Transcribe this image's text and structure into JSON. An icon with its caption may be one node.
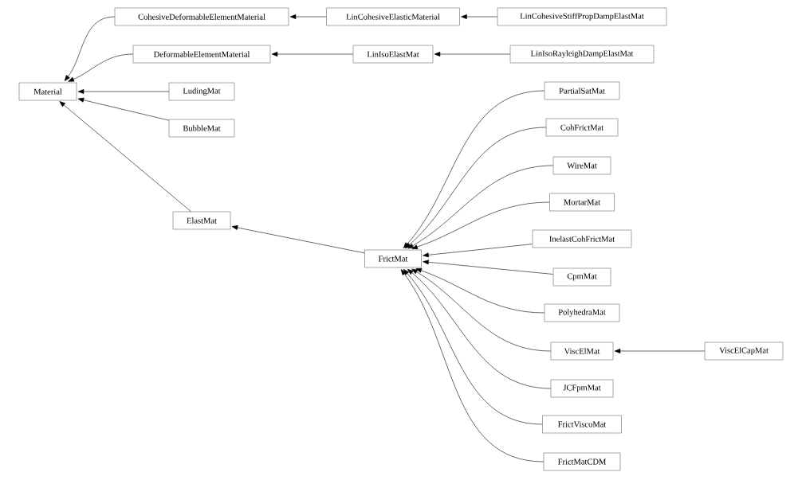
{
  "diagram": {
    "nodes": [
      {
        "text": [
          "Material"
        ]
      },
      {
        "text": [
          "CohesiveDeformableElementMaterial"
        ]
      },
      {
        "text": [
          "DeformableElementMaterial"
        ]
      },
      {
        "text": [
          "LudingMat"
        ]
      },
      {
        "text": [
          "BubbleMat"
        ]
      },
      {
        "text": [
          "ElastMat"
        ]
      },
      {
        "text": [
          "LinCohesiveElasticMaterial"
        ]
      },
      {
        "text": [
          "LinIsoElastMat"
        ]
      },
      {
        "text": [
          "FrictMat"
        ]
      },
      {
        "text": [
          "LinCohesiveStiffPropDampElastMat"
        ]
      },
      {
        "text": [
          "LinIsoRayleighDampElastMat"
        ]
      },
      {
        "text": [
          "PartialSatMat"
        ]
      },
      {
        "text": [
          "CohFrictMat"
        ]
      },
      {
        "text": [
          "WireMat"
        ]
      },
      {
        "text": [
          "MortarMat"
        ]
      },
      {
        "text": [
          "InelastCohFrictMat"
        ]
      },
      {
        "text": [
          "CpmMat"
        ]
      },
      {
        "text": [
          "PolyhedraMat"
        ]
      },
      {
        "text": [
          "ViscElMat"
        ]
      },
      {
        "text": [
          "JCFpmMat"
        ]
      },
      {
        "text": [
          "FrictViscoMat"
        ]
      },
      {
        "text": [
          "FrictMatCDM"
        ]
      },
      {
        "text": [
          "ViscElCapMat"
        ]
      }
    ],
    "edges": [
      {
        "from": 1,
        "to": 0,
        "arrow": "to"
      },
      {
        "from": 2,
        "to": 0,
        "arrow": "to"
      },
      {
        "from": 3,
        "to": 0,
        "arrow": "to"
      },
      {
        "from": 4,
        "to": 0,
        "arrow": "to"
      },
      {
        "from": 5,
        "to": 0,
        "arrow": "to"
      },
      {
        "from": 6,
        "to": 1,
        "arrow": "to"
      },
      {
        "from": 9,
        "to": 6,
        "arrow": "to"
      },
      {
        "from": 7,
        "to": 2,
        "arrow": "to"
      },
      {
        "from": 10,
        "to": 7,
        "arrow": "to"
      },
      {
        "from": 8,
        "to": 5,
        "arrow": "to"
      },
      {
        "from": 11,
        "to": 8,
        "arrow": "to"
      },
      {
        "from": 12,
        "to": 8,
        "arrow": "to"
      },
      {
        "from": 13,
        "to": 8,
        "arrow": "to"
      },
      {
        "from": 14,
        "to": 8,
        "arrow": "to"
      },
      {
        "from": 15,
        "to": 8,
        "arrow": "to"
      },
      {
        "from": 16,
        "to": 8,
        "arrow": "to"
      },
      {
        "from": 17,
        "to": 8,
        "arrow": "to"
      },
      {
        "from": 18,
        "to": 8,
        "arrow": "to"
      },
      {
        "from": 19,
        "to": 8,
        "arrow": "to"
      },
      {
        "from": 20,
        "to": 8,
        "arrow": "to"
      },
      {
        "from": 21,
        "to": 8,
        "arrow": "to"
      },
      {
        "from": 22,
        "to": 18,
        "arrow": "to"
      }
    ]
  }
}
